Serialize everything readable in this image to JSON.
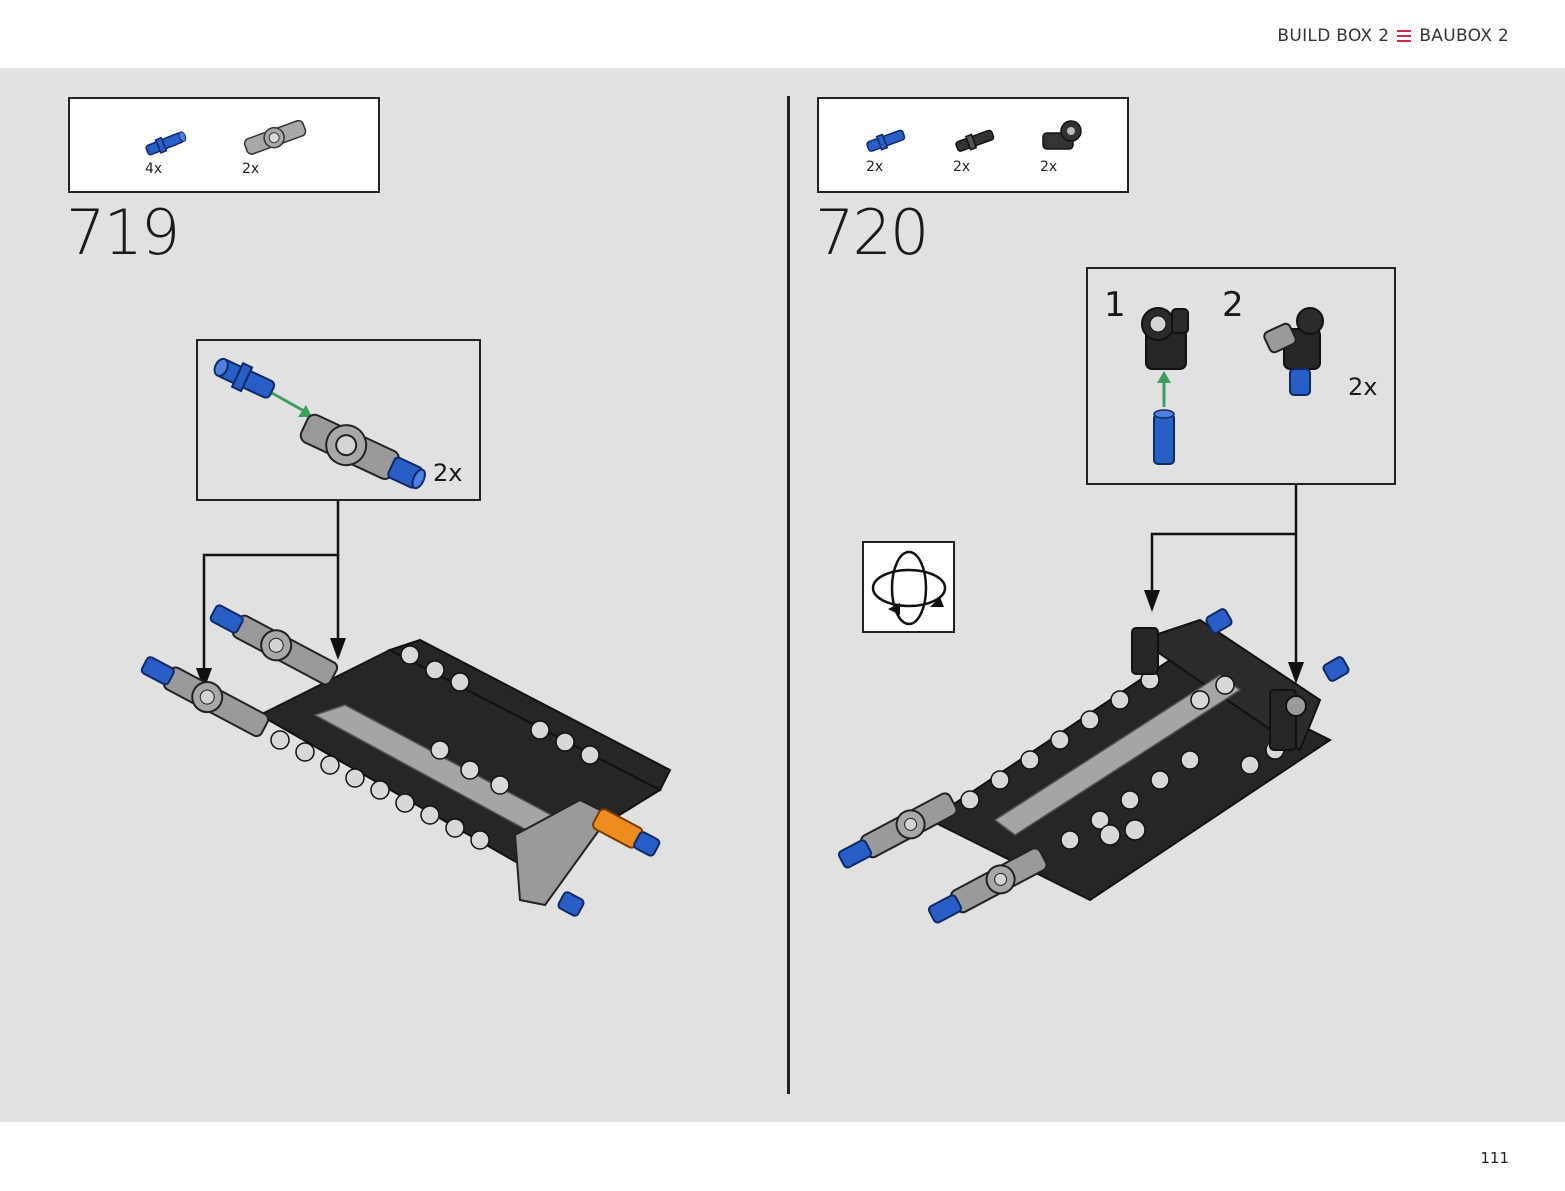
{
  "header": {
    "left_label": "BUILD BOX 2",
    "right_label": "BAUBOX 2",
    "icon": "menu-icon",
    "accent_color": "#d2254a"
  },
  "steps": [
    {
      "number": "719",
      "parts": [
        {
          "qty": "4x",
          "icon": "blue-axle-pin-icon"
        },
        {
          "qty": "2x",
          "icon": "gray-axle-connector-icon"
        }
      ],
      "callout": {
        "qty": "2x"
      }
    },
    {
      "number": "720",
      "parts": [
        {
          "qty": "2x",
          "icon": "blue-axle-pin-icon"
        },
        {
          "qty": "2x",
          "icon": "black-axle-pin-icon"
        },
        {
          "qty": "2x",
          "icon": "black-angle-connector-icon"
        }
      ],
      "callout": {
        "sub_step_1": "1",
        "sub_step_2": "2",
        "qty": "2x"
      },
      "rotate_icon": "rotate-model-icon"
    }
  ],
  "footer": {
    "page_number": "111"
  },
  "colors": {
    "blue": "#2a5ec7",
    "black": "#262626",
    "gray": "#9a9a9a",
    "orange": "#f08c1e",
    "green": "#3aa05a"
  }
}
